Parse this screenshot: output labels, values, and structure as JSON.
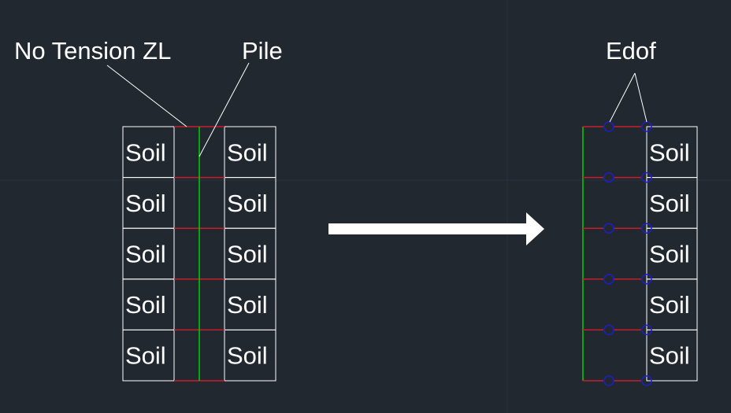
{
  "labels": {
    "no_tension": "No Tension ZL",
    "pile": "Pile",
    "edof": "Edof"
  },
  "cell_label": "Soil",
  "left_model": {
    "rows": 5,
    "soil_columns": 2
  },
  "right_model": {
    "rows": 5,
    "soil_columns": 1,
    "edof_levels": 6
  },
  "colors": {
    "background": "#212830",
    "grid": "#2b323b",
    "soil_outline": "#ffffff",
    "pile": "#00d000",
    "zero_length": "#c81e2a",
    "edof_node": "#1e1ec8",
    "leader": "#ffffff",
    "arrow": "#ffffff"
  }
}
